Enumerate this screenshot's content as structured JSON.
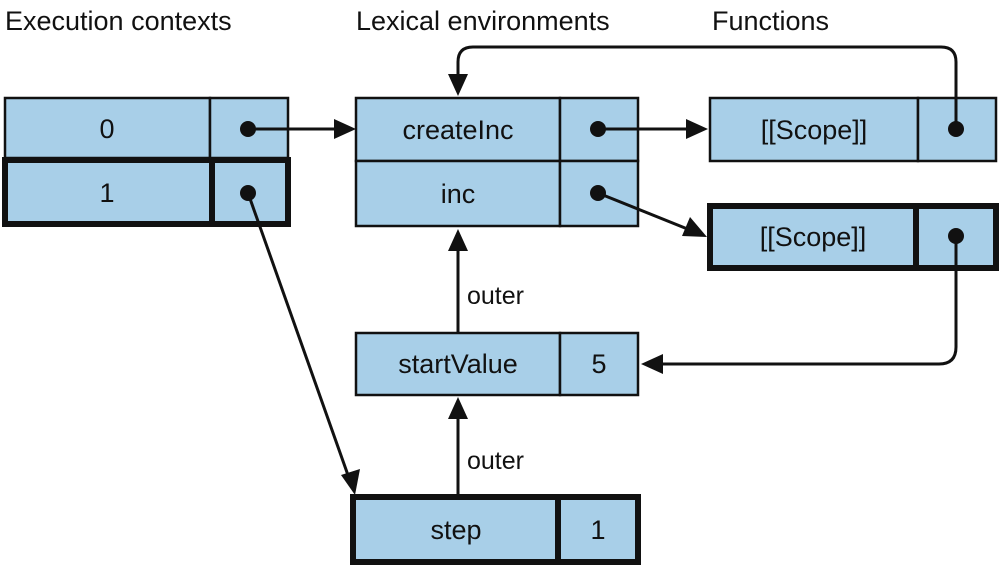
{
  "headers": {
    "execution_contexts": "Execution contexts",
    "lexical_environments": "Lexical environments",
    "functions": "Functions"
  },
  "execution_contexts": [
    {
      "label": "0"
    },
    {
      "label": "1"
    }
  ],
  "lexical_environments": {
    "global": [
      {
        "name": "createInc"
      },
      {
        "name": "inc"
      }
    ],
    "create_inc_env": {
      "name": "startValue",
      "value": "5"
    },
    "inc_env": {
      "name": "step",
      "value": "1"
    }
  },
  "functions": [
    {
      "label": "[[Scope]]"
    },
    {
      "label": "[[Scope]]"
    }
  ],
  "edge_labels": {
    "outer_upper": "outer",
    "outer_lower": "outer"
  },
  "colors": {
    "cell_fill": "#a8cfe8",
    "stroke": "#111111"
  }
}
